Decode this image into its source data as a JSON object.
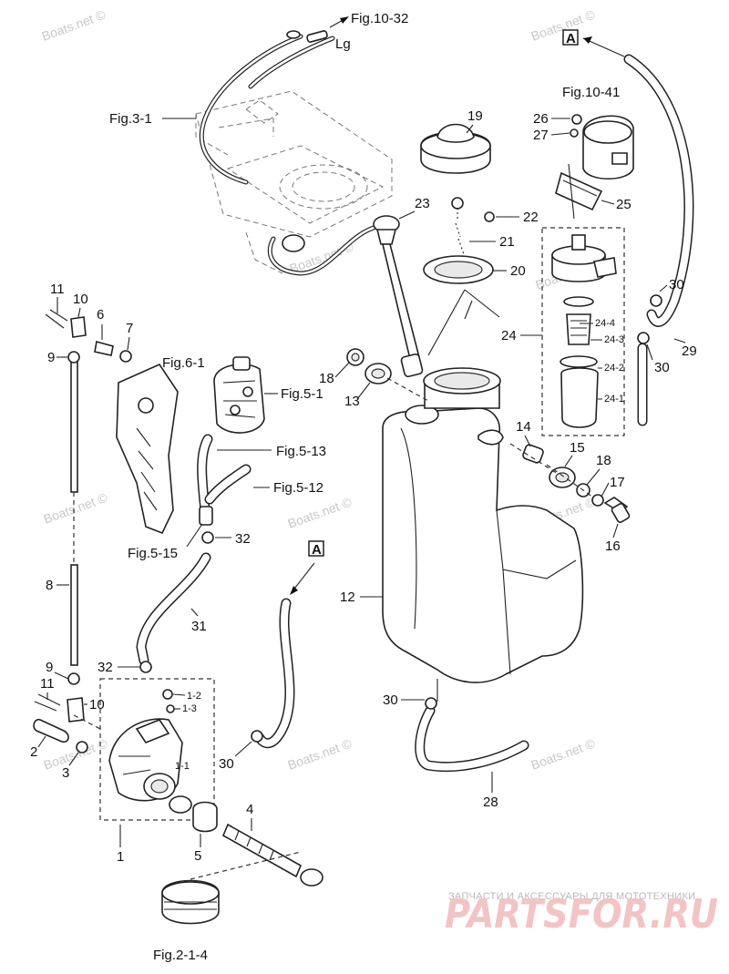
{
  "watermark": "Boats.net ©",
  "brand": {
    "caption": "ЗАПЧАСТИ И АКСЕССУАРЫ ДЛЯ МОТОТЕХНИКИ",
    "name": "PARTSFOR.RU"
  },
  "figure_refs": {
    "fig_10_32": "Fig.10-32",
    "lg": "Lg",
    "fig_3_1": "Fig.3-1",
    "fig_10_41": "Fig.10-41",
    "fig_6_1": "Fig.6-1",
    "fig_5_1": "Fig.5-1",
    "fig_5_13": "Fig.5-13",
    "fig_5_12": "Fig.5-12",
    "fig_5_15": "Fig.5-15",
    "fig_2_1_4": "Fig.2-1-4"
  },
  "markers": {
    "a_top": "A",
    "a_mid": "A"
  },
  "callouts": {
    "c1": "1",
    "c1_1": "1-1",
    "c1_2": "1-2",
    "c1_3": "1-3",
    "c2": "2",
    "c3": "3",
    "c4": "4",
    "c5": "5",
    "c6": "6",
    "c7": "7",
    "c8": "8",
    "c9_top": "9",
    "c9_bot": "9",
    "c10_top": "10",
    "c10_bot": "10",
    "c11_top": "11",
    "c11_bot": "11",
    "c12": "12",
    "c13": "13",
    "c14": "14",
    "c15": "15",
    "c16": "16",
    "c17": "17",
    "c18_left": "18",
    "c18_right": "18",
    "c19": "19",
    "c20": "20",
    "c21": "21",
    "c22": "22",
    "c23": "23",
    "c24": "24",
    "c24_1": "24-1",
    "c24_2": "24-2",
    "c24_3": "24-3",
    "c24_4": "24-4",
    "c25": "25",
    "c26": "26",
    "c27": "27",
    "c28": "28",
    "c29": "29",
    "c30_a": "30",
    "c30_b": "30",
    "c30_c": "30",
    "c30_d": "30",
    "c31": "31",
    "c32_a": "32",
    "c32_b": "32"
  }
}
